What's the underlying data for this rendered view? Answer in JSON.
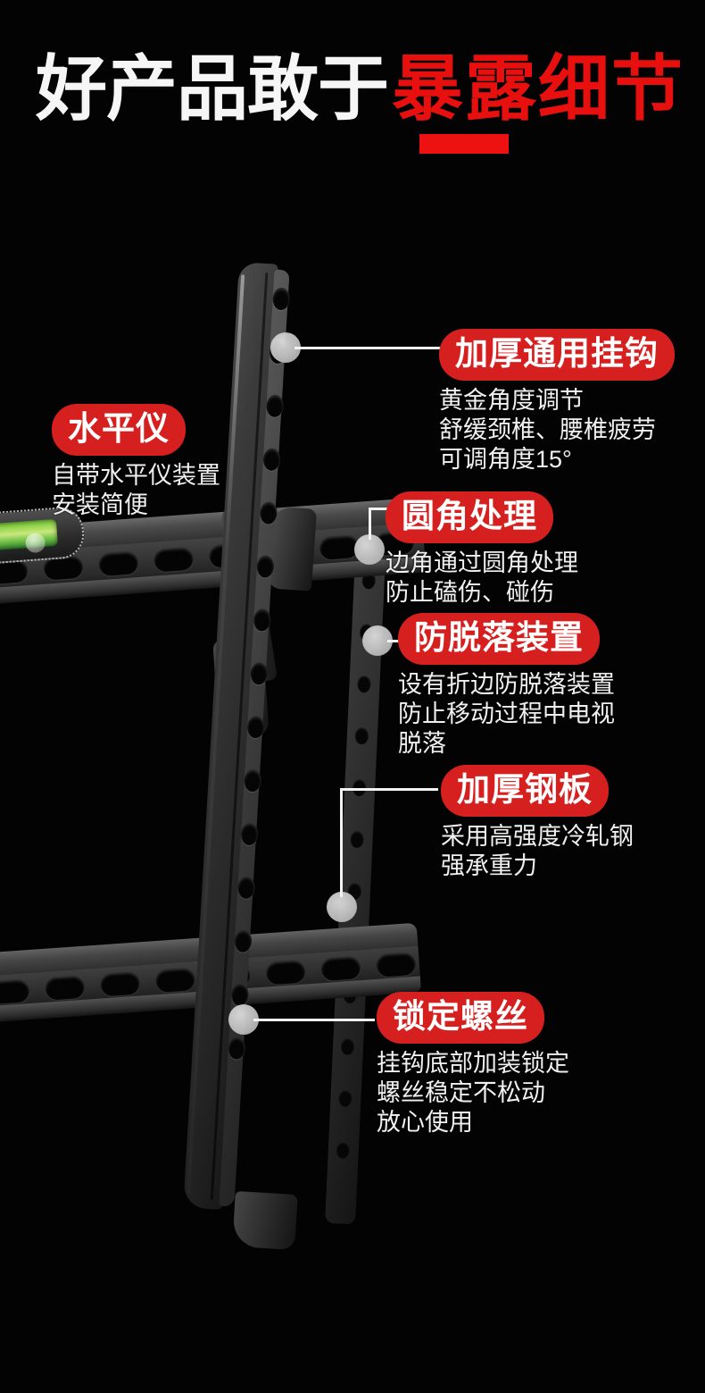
{
  "title": {
    "white_part": "好产品敢于",
    "red_part": "暴露细节"
  },
  "colors": {
    "background": "#000000",
    "accent_red": "#d6201f",
    "title_red": "#e8100f",
    "underline_red": "#ee1111",
    "text_white": "#f0f0f0",
    "marker_gray": "#c6c6c6",
    "level_green": "#7ac043"
  },
  "callouts": [
    {
      "id": "level-gauge",
      "label": "水平仪",
      "lines": [
        "自带水平仪装置",
        "安装简便"
      ]
    },
    {
      "id": "universal-hook",
      "label": "加厚通用挂钩",
      "lines": [
        "黄金角度调节",
        "舒缓颈椎、腰椎疲劳",
        "可调角度15°"
      ]
    },
    {
      "id": "rounded-corner",
      "label": "圆角处理",
      "lines": [
        "边角通过圆角处理",
        "防止磕伤、碰伤"
      ]
    },
    {
      "id": "anti-drop",
      "label": "防脱落装置",
      "lines": [
        "设有折边防脱落装置",
        "防止移动过程中电视",
        "脱落"
      ]
    },
    {
      "id": "thick-steel",
      "label": "加厚钢板",
      "lines": [
        "采用高强度冷轧钢",
        "强承重力"
      ]
    },
    {
      "id": "locking-screw",
      "label": "锁定螺丝",
      "lines": [
        "挂钩底部加装锁定",
        "螺丝稳定不松动",
        "放心使用"
      ]
    }
  ],
  "product": {
    "name": "tv-wall-mount-bracket",
    "parts": [
      "vertical-hook-rail",
      "upper-wall-rail",
      "lower-wall-rail",
      "tilt-hinge",
      "hex-bolts",
      "bubble-level"
    ]
  }
}
